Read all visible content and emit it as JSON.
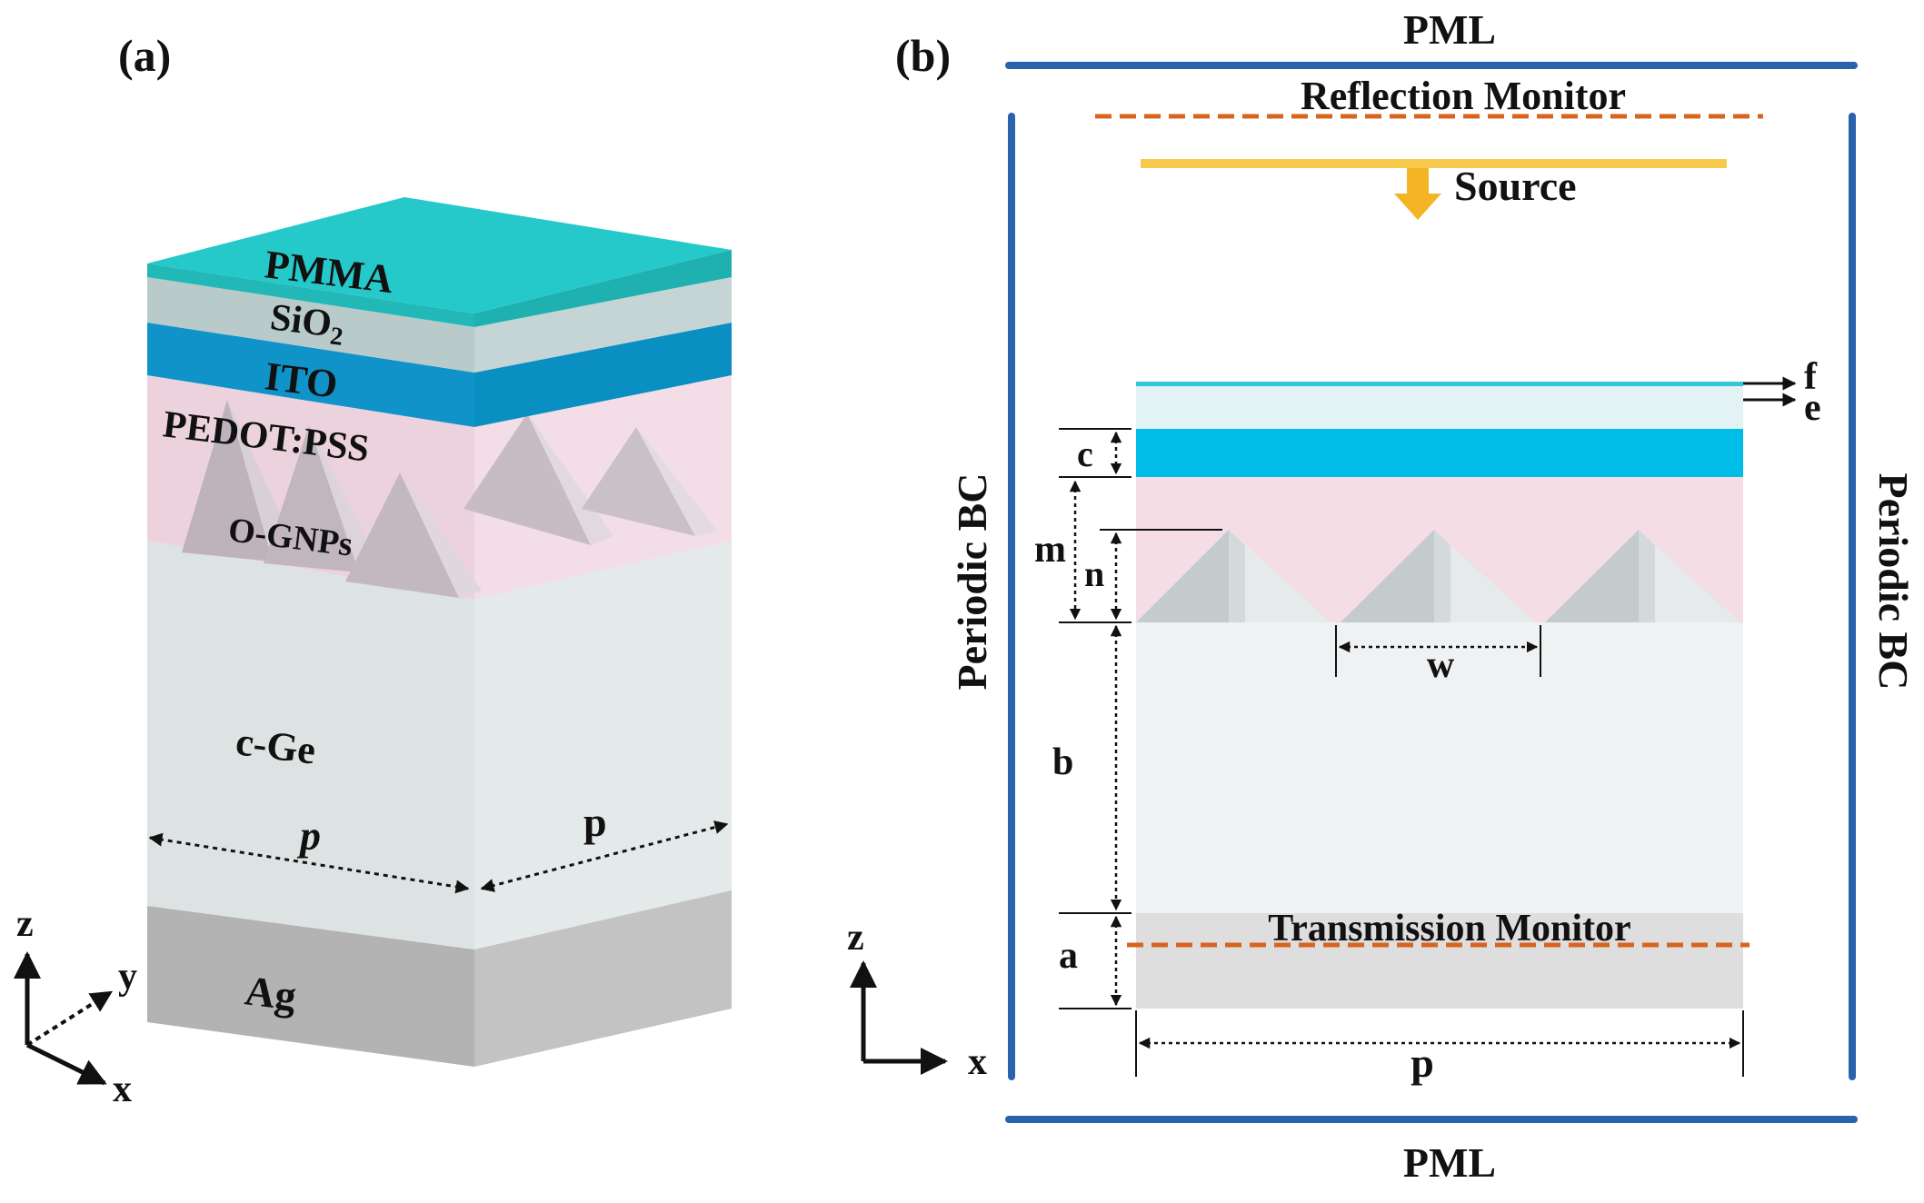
{
  "panel_a": {
    "label": "(a)",
    "layers": {
      "pmma": "PMMA",
      "sio2_main": "SiO",
      "sio2_sub": "2",
      "ito": "ITO",
      "pedot": "PEDOT:PSS",
      "ognps": "O-GNPs",
      "cge": "c-Ge",
      "ag": "Ag"
    },
    "dims": {
      "p_front": "p",
      "p_side": "p"
    },
    "axes": {
      "z": "z",
      "y": "y",
      "x": "x"
    }
  },
  "panel_b": {
    "label": "(b)",
    "pml_top": "PML",
    "pml_bottom": "PML",
    "reflection_monitor": "Reflection Monitor",
    "source": "Source",
    "periodic_left": "Periodic BC",
    "periodic_right": "Periodic BC",
    "transmission_monitor": "Transmission Monitor",
    "dims": {
      "f": "f",
      "e": "e",
      "c": "c",
      "m": "m",
      "n": "n",
      "w": "w",
      "b": "b",
      "a": "a",
      "p": "p"
    },
    "axes": {
      "z": "z",
      "x": "x"
    }
  },
  "colors": {
    "pmma": "#25c9c9",
    "sio2": "#b7c9c9",
    "ito": "#0e93c9",
    "pedot": "#f2dfe6",
    "cge": "#dfe5e5",
    "ag": "#b9b9b9",
    "boundary": "#2a63ad",
    "monitor": "#d8641e",
    "source": "#f7c94d",
    "cyan_top": "#33c8d8",
    "ito_b": "#00bde8",
    "sio2_b": "#e2f2f5"
  }
}
